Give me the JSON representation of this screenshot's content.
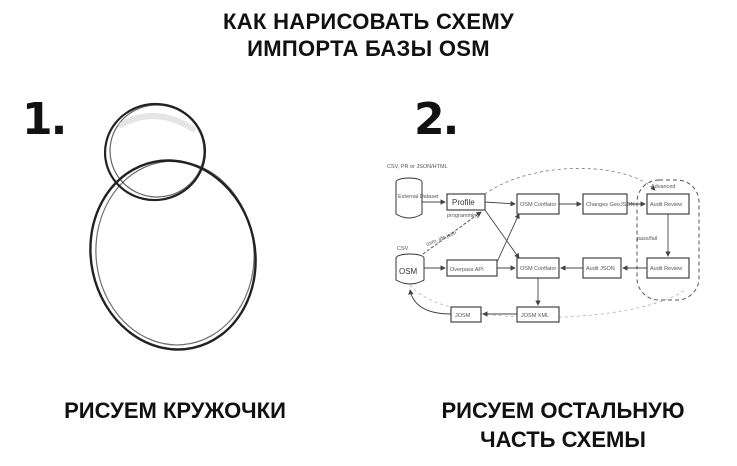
{
  "header": {
    "title_line1": "КАК НАРИСОВАТЬ СХЕМУ",
    "title_line2": "ИМПОРТА БАЗЫ OSM"
  },
  "step1": {
    "number": "1.",
    "caption": "РИСУЕМ КРУЖОЧКИ"
  },
  "step2": {
    "number": "2.",
    "caption_line1": "РИСУЕМ ОСТАЛЬНУЮ",
    "caption_line2": "ЧАСТЬ СХЕМЫ"
  },
  "diagram": {
    "nodes": {
      "external": "External Dataset",
      "profile": "Profile",
      "osm_conflator": "OSM Conflator",
      "changes": "Changes GeoJSON",
      "audit_review": "Audit Review",
      "osm_db": "OSM",
      "overpass": "Overpass API",
      "osm_conflator2": "OSM Conflator",
      "audit_json": "Audit JSON",
      "josm": "JOSM",
      "josm_xml": "JOSM XML"
    },
    "notes": {
      "source_top": "CSV, PR or JSON/HTML",
      "programming": "programming",
      "osm_ids": "osm_ids.json",
      "osm_small": "CSV",
      "passnum": "pass/fail",
      "group_label": "Advanced"
    }
  }
}
